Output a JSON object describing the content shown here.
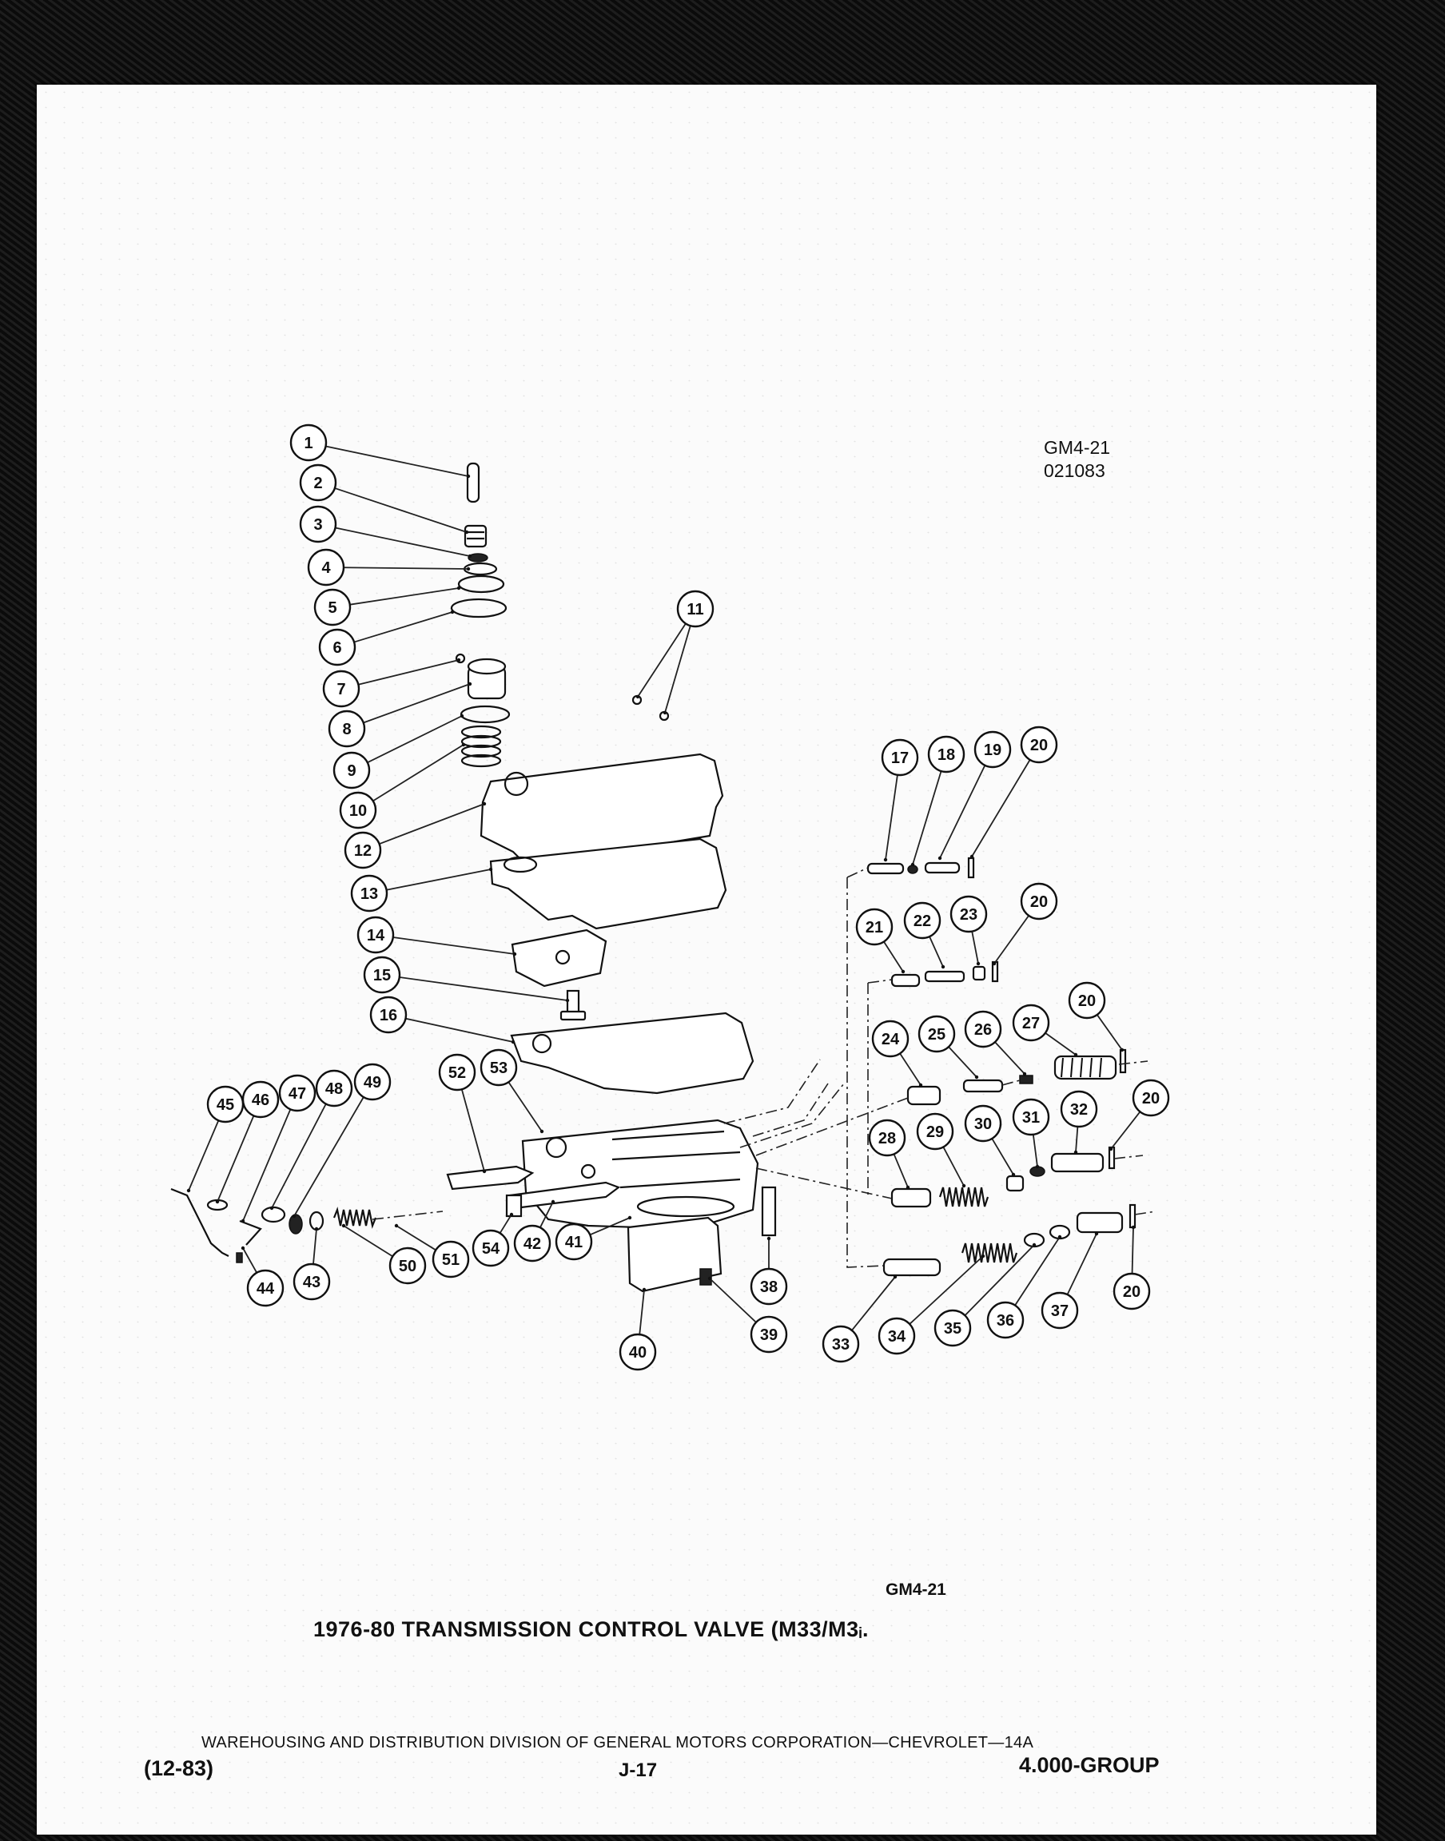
{
  "header": {
    "diagram_code": "GM4-21",
    "date_stamp": "021083"
  },
  "diagram": {
    "callouts": [
      "1",
      "2",
      "3",
      "4",
      "5",
      "6",
      "7",
      "8",
      "9",
      "10",
      "11",
      "12",
      "13",
      "14",
      "15",
      "16",
      "17",
      "18",
      "19",
      "20",
      "21",
      "22",
      "23",
      "24",
      "25",
      "26",
      "27",
      "28",
      "29",
      "30",
      "31",
      "32",
      "33",
      "34",
      "35",
      "36",
      "37",
      "38",
      "39",
      "40",
      "41",
      "42",
      "43",
      "44",
      "45",
      "46",
      "47",
      "48",
      "49",
      "50",
      "51",
      "52",
      "53",
      "54"
    ]
  },
  "caption": {
    "code": "GM4-21",
    "title": "1976-80 TRANSMISSION CONTROL VALVE (M33/M3ᵢ."
  },
  "footer": {
    "publisher": "WAREHOUSING AND DISTRIBUTION DIVISION OF GENERAL MOTORS CORPORATION—CHEVROLET—14A",
    "date": "(12-83)",
    "page": "J-17",
    "group": "4.000-GROUP"
  }
}
